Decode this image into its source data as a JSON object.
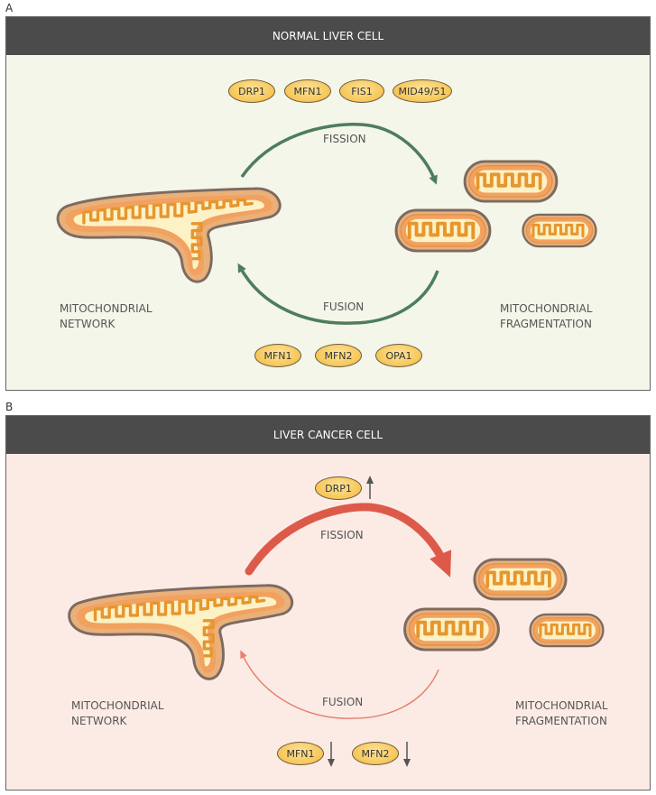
{
  "panel_a": {
    "letter": "A",
    "title": "NORMAL LIVER CELL",
    "fission_label": "FISSION",
    "fusion_label": "FUSION",
    "network_label_1": "MITOCHONDRIAL",
    "network_label_2": "NETWORK",
    "fragment_label_1": "MITOCHONDRIAL",
    "fragment_label_2": "FRAGMENTATION",
    "fission_proteins": [
      "DRP1",
      "MFN1",
      "FIS1",
      "MID49/51"
    ],
    "fusion_proteins": [
      "MFN1",
      "MFN2",
      "OPA1"
    ],
    "background": "#f3f6e8",
    "arrow_color": "#4e7d5c"
  },
  "panel_b": {
    "letter": "B",
    "title": "LIVER  CANCER CELL",
    "fission_label": "FISSION",
    "fusion_label": "FUSION",
    "network_label_1": "MITOCHONDRIAL",
    "network_label_2": "NETWORK",
    "fragment_label_1": "MITOCHONDRIAL",
    "fragment_label_2": "FRAGMENTATION",
    "fission_proteins": [
      "DRP1"
    ],
    "fission_trend": [
      "up"
    ],
    "fusion_proteins": [
      "MFN1",
      "MFN2"
    ],
    "fusion_trend": [
      "down",
      "down"
    ],
    "background": "#fcebe5",
    "arrow_color": "#e07a6a"
  }
}
